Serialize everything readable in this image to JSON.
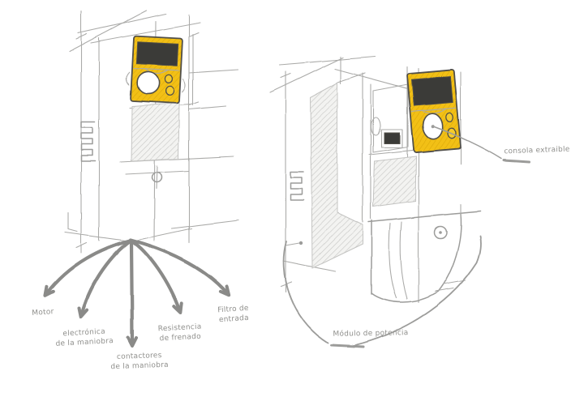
{
  "labels": {
    "motor": {
      "text": "Motor"
    },
    "electronica": {
      "text": "electrónica\nde la maniobra"
    },
    "contactores": {
      "text": "contactores\nde la maniobra"
    },
    "resistencia": {
      "text": "Resistencia\nde frenado"
    },
    "filtro": {
      "text": "Filtro de\nentrada"
    },
    "consola": {
      "text": "consola extraible"
    },
    "modulo": {
      "text": "Módulo de potencia"
    }
  },
  "colors": {
    "accent_yellow": "#F2C013",
    "accent_hatch": "#DCA90B",
    "button_yellow": "#F6CC2B",
    "screen_dark": "#3B3B39",
    "outline_dark": "#514F4A",
    "line_gray": "#9C9C9A",
    "line_light": "#ABABA9",
    "arrow_gray": "#8A8A88",
    "hatch_fill": "#F3F3F1",
    "hatch_line": "#C9C9C7",
    "hatch_stroke": "#C4C4C2",
    "label_gray": "#90908D"
  }
}
